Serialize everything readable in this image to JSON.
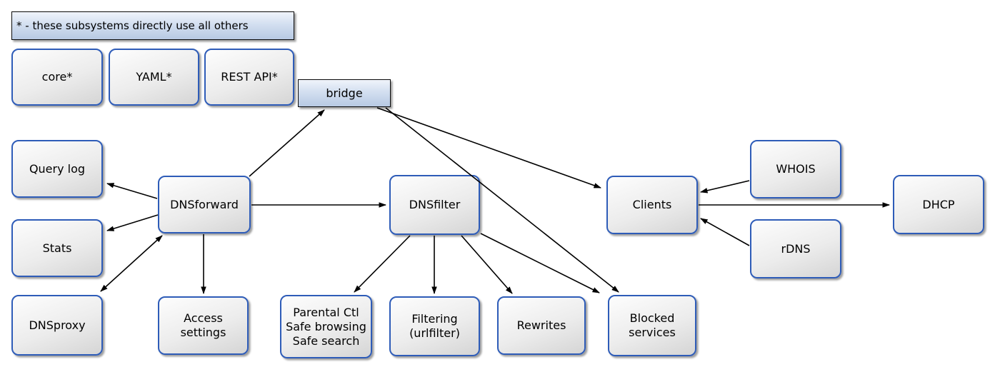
{
  "diagram": {
    "legend": "* - these subsystems directly use all others",
    "nodes": {
      "core": "core*",
      "yaml": "YAML*",
      "rest_api": "REST API*",
      "bridge": "bridge",
      "query_log": "Query log",
      "stats": "Stats",
      "dnsproxy": "DNSproxy",
      "dnsforward": "DNSforward",
      "access_settings": "Access\nsettings",
      "dnsfilter": "DNSfilter",
      "parental": "Parental Ctl\nSafe browsing\nSafe search",
      "filtering": "Filtering\n(urlfilter)",
      "rewrites": "Rewrites",
      "blocked_services": "Blocked\nservices",
      "clients": "Clients",
      "whois": "WHOIS",
      "rdns": "rDNS",
      "dhcp": "DHCP"
    },
    "edges": [
      {
        "from": "DNSforward",
        "to": "bridge",
        "arrow": "->"
      },
      {
        "from": "bridge",
        "to": "Clients",
        "arrow": "->"
      },
      {
        "from": "bridge",
        "to": "Blocked services",
        "arrow": "->"
      },
      {
        "from": "DNSforward",
        "to": "Query log",
        "arrow": "->"
      },
      {
        "from": "DNSforward",
        "to": "Stats",
        "arrow": "->"
      },
      {
        "from": "DNSforward",
        "to": "DNSproxy",
        "arrow": "<->"
      },
      {
        "from": "DNSforward",
        "to": "Access settings",
        "arrow": "->"
      },
      {
        "from": "DNSforward",
        "to": "DNSfilter",
        "arrow": "->"
      },
      {
        "from": "DNSfilter",
        "to": "Parental Ctl Safe browsing Safe search",
        "arrow": "->"
      },
      {
        "from": "DNSfilter",
        "to": "Filtering (urlfilter)",
        "arrow": "->"
      },
      {
        "from": "DNSfilter",
        "to": "Rewrites",
        "arrow": "->"
      },
      {
        "from": "DNSfilter",
        "to": "Blocked services",
        "arrow": "->"
      },
      {
        "from": "WHOIS",
        "to": "Clients",
        "arrow": "->"
      },
      {
        "from": "rDNS",
        "to": "Clients",
        "arrow": "->"
      },
      {
        "from": "Clients",
        "to": "DHCP",
        "arrow": "->"
      }
    ],
    "colors": {
      "node_border": "#2e5cb8",
      "node_fill_top": "#fdfdfd",
      "node_fill_bottom": "#d5d5d5",
      "accent_fill_top": "#f0f4fb",
      "accent_fill_bottom": "#b7c9e3",
      "accent_border": "#0a0a0a",
      "edge": "#000000",
      "background": "#ffffff"
    }
  }
}
